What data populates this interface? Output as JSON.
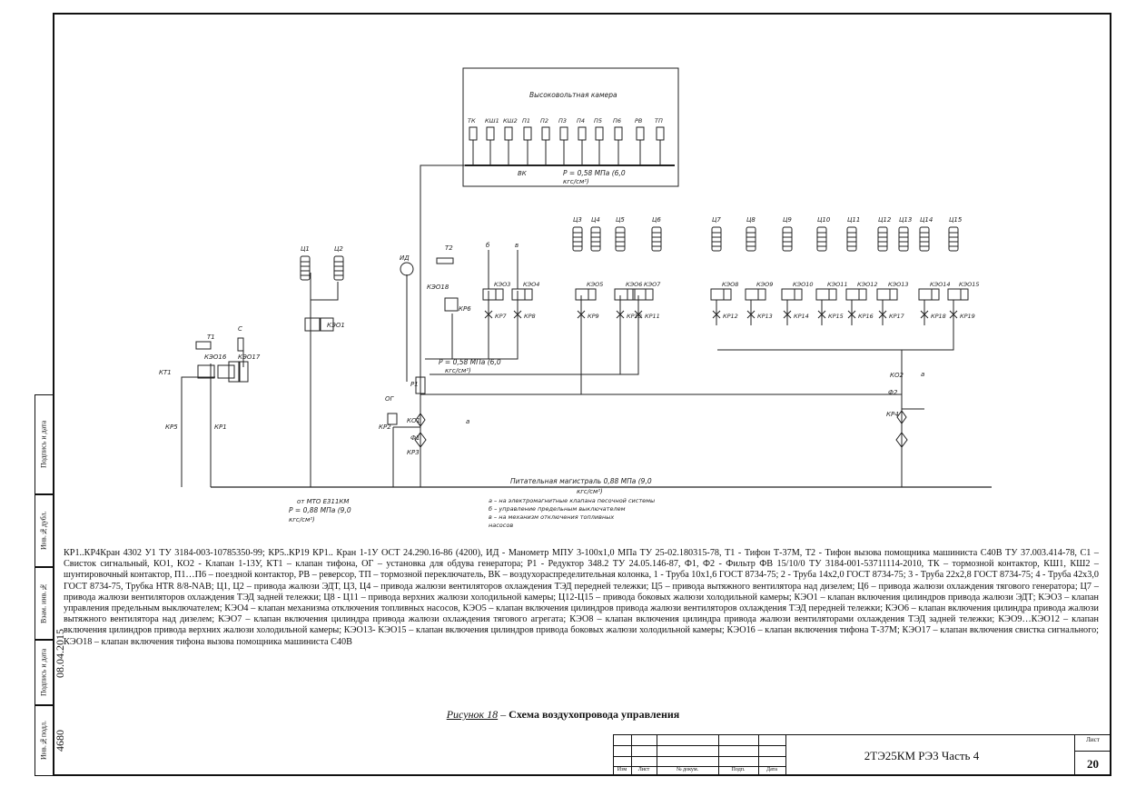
{
  "side_stamp": {
    "sig_date": "Подпись и дата",
    "inv_dub": "Инв.№дубл.",
    "vzam_inv": "Взам. инв.№",
    "sig_date2": "Подпись и дата",
    "date_value": "08.04.2015",
    "inv_orig": "Инв.№подл.",
    "inv_value": "4680"
  },
  "diagram": {
    "camera_title": "Высоковольтная камера",
    "camera_contacts": [
      "ТК",
      "КШ1",
      "КШ2",
      "П1",
      "П2",
      "П3",
      "П4",
      "П5",
      "П6",
      "РВ",
      "ТП"
    ],
    "vk_label": "ВК",
    "pressure_top": "Р = 0,58 МПа (6,0",
    "pressure_top2": "кгс/см²)",
    "pressure_mid": "Р = 0,58 МПа (6,0",
    "pressure_mid2": "кгс/см²)",
    "pressure_left": "от МТО Е311КМ",
    "pressure_left2": "Р = 0,88 МПа (9,0",
    "pressure_left3": "кгс/см²)",
    "main_line": "Питательная магистраль 0,88 МПа (9,0",
    "main_line2": "кгс/см²)",
    "legend": [
      "а – на электромагнитные клапана песочной системы",
      "б – управление предельным выключателем",
      "в – на механизм отключения топливных",
      "насосов"
    ],
    "cyl_left": [
      "Ц1",
      "Ц2"
    ],
    "cyl_mid": [
      "Ц3",
      "Ц4",
      "Ц5",
      "Ц6"
    ],
    "cyl_right": [
      "Ц7",
      "Ц8",
      "Ц9",
      "Ц10",
      "Ц11",
      "Ц12",
      "Ц13",
      "Ц14",
      "Ц15"
    ],
    "keo_mid": [
      "КЭО3",
      "КЭО4",
      "КЭО5",
      "КЭО6",
      "КЭО7"
    ],
    "keo_right": [
      "КЭО8",
      "КЭО9",
      "КЭО10",
      "КЭО11",
      "КЭО12",
      "КЭО13",
      "КЭО14",
      "КЭО15"
    ],
    "kr_mid": [
      "КР7",
      "КР8",
      "КР9",
      "КР10",
      "КР11"
    ],
    "kr_right": [
      "КР12",
      "КР13",
      "КР14",
      "КР15",
      "КР16",
      "КР17",
      "КР18",
      "КР19"
    ],
    "misc": {
      "keo1": "КЭО1",
      "keo16": "КЭО16",
      "keo17": "КЭО17",
      "keo18": "КЭО18",
      "t1": "Т1",
      "t2": "Т2",
      "c": "С",
      "kt1": "КТ1",
      "kr5": "КР5",
      "kr1": "КР1",
      "kr2": "КР2",
      "kr3": "КР3",
      "kr4": "КР4",
      "kr6": "КР6",
      "ko1": "КО1",
      "ko2": "КО2",
      "f1": "Ф1",
      "f2": "Ф2",
      "og": "ОГ",
      "id": "ИД",
      "r1": "Р1",
      "a": "а",
      "b": "б",
      "v": "в"
    }
  },
  "caption": "КР1..КР4Кран 4302 У1 ТУ 3184-003-10785350-99; КР5..КР19 КР1.. Кран 1-1У ОСТ 24.290.16-86 (4200), ИД - Манометр МПУ 3-100х1,0 МПа ТУ 25-02.180315-78, Т1 - Тифон Т-37М, Т2 - Тифон вызова помощника машиниста С40В ТУ 37.003.414-78, С1 – Свисток сигнальный, КО1, КО2 - Клапан 1-13У, КТ1 – клапан тифона, ОГ – установка для обдува генератора; Р1 - Редуктор 348.2 ТУ 24.05.146-87, Ф1, Ф2 - Фильтр ФВ 15/10/0 ТУ 3184-001-53711114-2010, ТК – тормозной контактор, КШ1, КШ2 – шунтировочный контактор, П1…П6 – поездной контактор, РВ – реверсор, ТП – тормозной переключатель, ВК – воздухораспределительная колонка, 1 - Труба 10х1,6 ГОСТ 8734-75; 2 - Труба 14х2,0 ГОСТ 8734-75; 3 - Труба 22х2,8 ГОСТ 8734-75; 4 - Труба 42х3,0 ГОСТ 8734-75, Трубка HTR 8/8-NAB; Ц1, Ц2 – привода жалюзи ЭДТ, Ц3, Ц4 – привода жалюзи вентиляторов охлаждения ТЭД передней тележки; Ц5 – привода вытяжного вентилятора над дизелем; Ц6 – привода жалюзи охлаждения тягового генератора; Ц7 – привода жалюзи вентиляторов охлаждения ТЭД задней тележки; Ц8 - Ц11 – привода верхних жалюзи холодильной камеры; Ц12-Ц15 – привода боковых жалюзи холодильной камеры; КЭО1 – клапан включения цилиндров привода жалюзи ЭДТ; КЭО3 – клапан управления предельным выключателем; КЭО4 – клапан механизма отключения топливных насосов, КЭО5 – клапан включения цилиндров привода жалюзи вентиляторов охлаждения ТЭД передней тележки; КЭО6 – клапан включения цилиндра привода жалюзи вытяжного вентилятора над дизелем; КЭО7 – клапан включения цилиндра привода жалюзи охлаждения тягового агрегата; КЭО8 – клапан включения цилиндра привода жалюзи вентиляторами охлаждения ТЭД задней тележки; КЭО9…КЭО12 – клапан включения цилиндров привода верхних жалюзи холодильной камеры; КЭО13- КЭО15 – клапан включения цилиндров привода боковых жалюзи холодильной камеры; КЭО16 – клапан включения тифона Т-37М; КЭО17 – клапан включения свистка сигнального; КЭО18 – клапан включения тифона вызова помощника машиниста С40В",
  "figure": {
    "label": "Рисунок 18",
    "dash": " – ",
    "title": "Схема воздухопровода управления"
  },
  "title_block": {
    "col_izm": "Изм",
    "col_list": "Лист",
    "col_doc": "№ докум.",
    "col_sign": "Подп.",
    "col_date": "Дата",
    "doc_name": "2ТЭ25КМ РЭ3   Часть 4",
    "sheet_label": "Лист",
    "sheet_number": "20"
  }
}
